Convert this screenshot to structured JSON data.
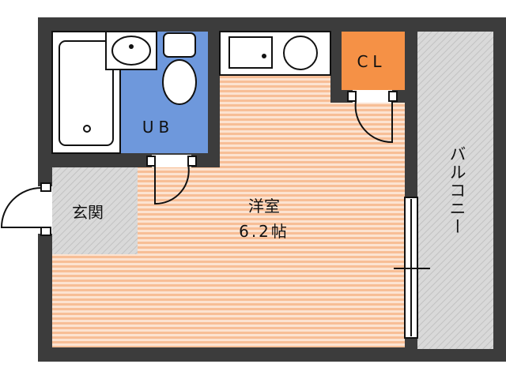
{
  "rooms": {
    "unit_bath": {
      "label": "UB",
      "fill": "#6E98DC"
    },
    "closet": {
      "label": "CL",
      "fill": "#F59146"
    },
    "entrance": {
      "label": "玄関"
    },
    "western_room": {
      "label": "洋室",
      "size": "6.2帖",
      "stripe": "#F7BE96",
      "base": "#FCE3D1"
    },
    "balcony": {
      "label": "バルコニー"
    }
  },
  "colors": {
    "wall": "#3C3C3C",
    "hatch_bg": "#D9D9D9",
    "hatch_line": "#C2C2C2"
  }
}
